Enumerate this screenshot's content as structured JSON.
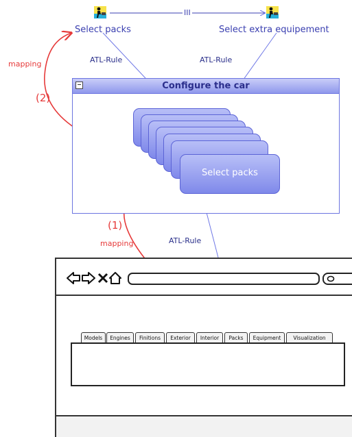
{
  "diagram": {
    "tasks": {
      "select_packs": "Select packs",
      "select_extra": "Select extra equipement",
      "operator": "III"
    },
    "rules": {
      "left": "ATL-Rule",
      "right": "ATL-Rule",
      "bottom": "ATL-Rule"
    },
    "mapping": {
      "label_top": "mapping",
      "label_bottom": "mapping",
      "step_2": "(2)",
      "step_1": "(1)"
    },
    "panel": {
      "title": "Configure the car",
      "collapse_symbol": "−",
      "front_card": "Select packs"
    },
    "browser": {
      "tabs": [
        "Models",
        "Engines",
        "Finitions",
        "Exterior",
        "Interior",
        "Packs",
        "Equipment",
        "Visualization"
      ]
    }
  },
  "colors": {
    "task_text": "#3a3fb0",
    "rule_arrow": "#6f78e6",
    "mapping": "#e63a3a",
    "panel_border": "#6b74e0"
  },
  "icons": [
    "task-user-icon",
    "back-arrow-icon",
    "forward-arrow-icon",
    "stop-icon",
    "home-icon",
    "search-icon"
  ]
}
